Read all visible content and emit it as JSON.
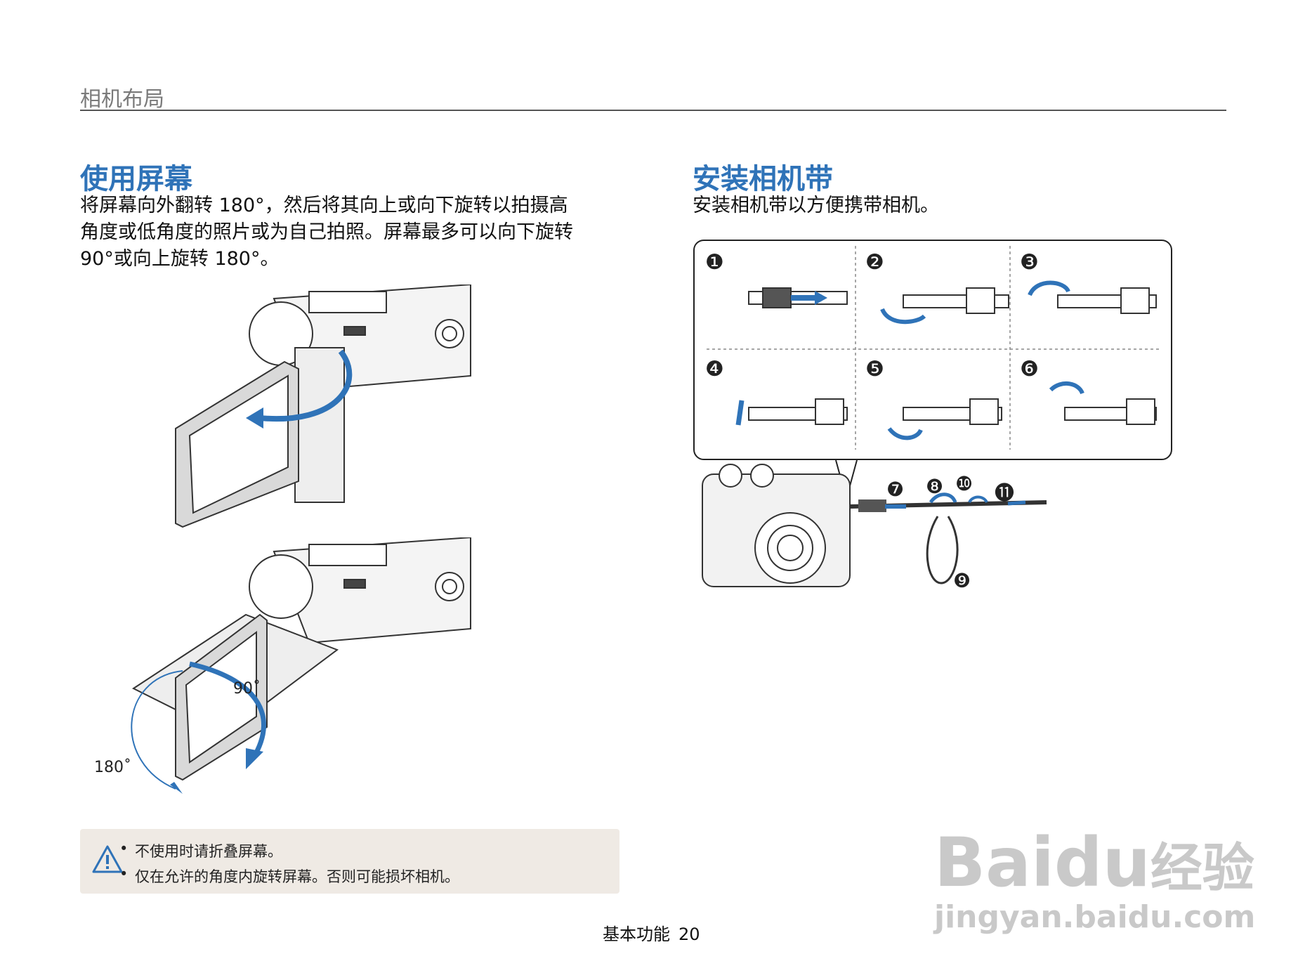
{
  "header": {
    "section_title": "相机布局"
  },
  "left": {
    "heading": "使用屏幕",
    "paragraph_lines": [
      "将屏幕向外翻转 180°，然后将其向上或向下旋转以拍摄高",
      "角度或低角度的照片或为自己拍照。屏幕最多可以向下旋转",
      "90°或向上旋转 180°。"
    ],
    "figure_labels": {
      "angle_90": "90˚",
      "angle_180": "180˚"
    }
  },
  "right": {
    "heading": "安装相机带",
    "paragraph": "安装相机带以方便携带相机。",
    "steps": [
      "❶",
      "❷",
      "❸",
      "❹",
      "❺",
      "❻",
      "❼",
      "❽",
      "❾",
      "❿",
      "⓫"
    ]
  },
  "note": {
    "icon": "warning-icon",
    "items": [
      "不使用时请折叠屏幕。",
      "仅在允许的角度内旋转屏幕。否则可能损坏相机。"
    ]
  },
  "footer": {
    "label": "基本功能",
    "page_number": "20"
  },
  "watermark": {
    "brand": "Bai",
    "brand2": "du",
    "suffix": "经验",
    "url": "jingyan.baidu.com"
  },
  "colors": {
    "accent": "#2f73b8",
    "arrow": "#2f73b8",
    "note_bg": "#efeae4"
  }
}
